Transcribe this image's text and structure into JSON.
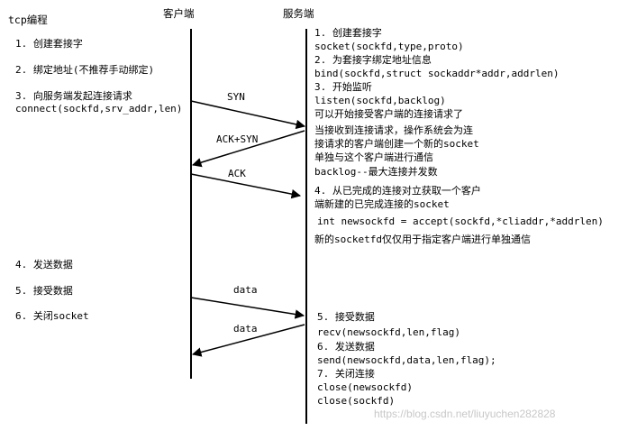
{
  "title": "tcp编程",
  "headers": {
    "client": "客户端",
    "server": "服务端"
  },
  "client_steps": [
    "1. 创建套接字",
    "2. 绑定地址(不推荐手动绑定)",
    "3. 向服务端发起连接请求",
    "connect(sockfd,srv_addr,len)",
    "4. 发送数据",
    "5. 接受数据",
    "6. 关闭socket"
  ],
  "arrows": {
    "syn": "SYN",
    "ack_syn": "ACK+SYN",
    "ack": "ACK",
    "data_1": "data",
    "data_2": "data"
  },
  "server_steps": [
    "1. 创建套接字",
    "socket(sockfd,type,proto)",
    "2. 为套接字绑定地址信息",
    "bind(sockfd,struct sockaddr*addr,addrlen)",
    "3. 开始监听",
    "listen(sockfd,backlog)",
    "可以开始接受客户端的连接请求了",
    "当接收到连接请求，操作系统会为连",
    "接请求的客户端创建一个新的socket",
    "单独与这个客户端进行通信",
    "backlog--最大连接并发数",
    "4. 从已完成的连接对立获取一个客户",
    "端新建的已完成连接的socket",
    "int newsockfd = accept(sockfd,*cliaddr,*addrlen)",
    "新的socketfd仅仅用于指定客户端进行单独通信",
    "5. 接受数据",
    "recv(newsockfd,len,flag)",
    "6. 发送数据",
    "send(newsockfd,data,len,flag);",
    "7. 关闭连接",
    "close(newsockfd)",
    "close(sockfd)"
  ],
  "watermark": "https://blog.csdn.net/liuyuchen282828"
}
